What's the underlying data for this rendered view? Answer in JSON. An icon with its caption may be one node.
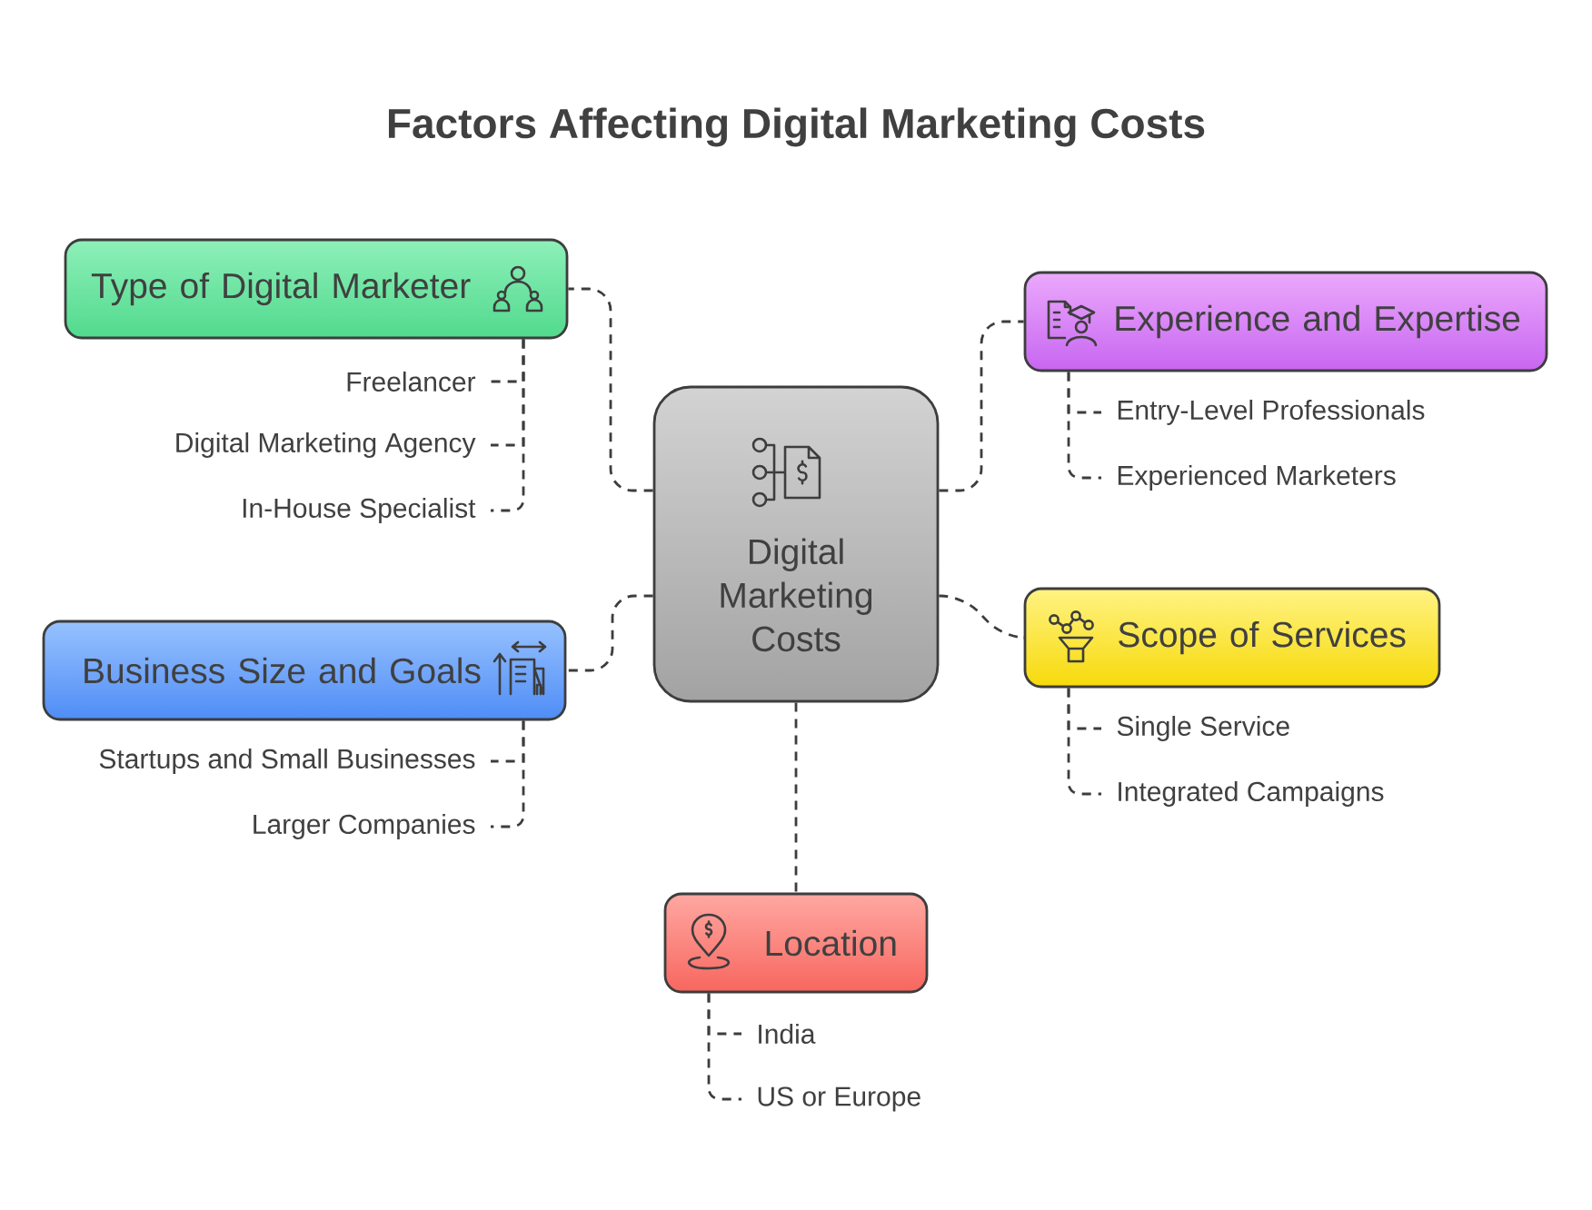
{
  "diagram": {
    "title": "Factors Affecting Digital Marketing Costs",
    "nodes": [
      {
        "text": [
          "Type of Digital Marketer"
        ]
      },
      {
        "text": [
          "Freelancer"
        ]
      },
      {
        "text": [
          "Digital Marketing Agency"
        ]
      },
      {
        "text": [
          "In-House Specialist"
        ]
      },
      {
        "text": [
          "Experience and Expertise"
        ]
      },
      {
        "text": [
          "Entry-Level Professionals"
        ]
      },
      {
        "text": [
          "Experienced Marketers"
        ]
      },
      {
        "text": [
          "Digital Marketing Costs"
        ]
      },
      {
        "text": [
          "Business Size and Goals"
        ]
      },
      {
        "text": [
          "Startups and Small Businesses"
        ]
      },
      {
        "text": [
          "Larger Companies"
        ]
      },
      {
        "text": [
          "Scope of Services"
        ]
      },
      {
        "text": [
          "Single Service"
        ]
      },
      {
        "text": [
          "Integrated Campaigns"
        ]
      },
      {
        "text": [
          "Location"
        ]
      },
      {
        "text": [
          "India"
        ]
      },
      {
        "text": [
          "US or Europe"
        ]
      }
    ],
    "edges": [
      {
        "from": 7,
        "to": 0,
        "arrow": "none",
        "style": "dashed"
      },
      {
        "from": 7,
        "to": 4,
        "arrow": "none",
        "style": "dashed"
      },
      {
        "from": 7,
        "to": 8,
        "arrow": "none",
        "style": "dashed"
      },
      {
        "from": 7,
        "to": 11,
        "arrow": "none",
        "style": "dashed"
      },
      {
        "from": 7,
        "to": 14,
        "arrow": "none",
        "style": "dashed"
      },
      {
        "from": 0,
        "to": 1,
        "arrow": "none",
        "style": "dashed"
      },
      {
        "from": 0,
        "to": 2,
        "arrow": "none",
        "style": "dashed"
      },
      {
        "from": 0,
        "to": 3,
        "arrow": "none",
        "style": "dashed"
      },
      {
        "from": 4,
        "to": 5,
        "arrow": "none",
        "style": "dashed"
      },
      {
        "from": 4,
        "to": 6,
        "arrow": "none",
        "style": "dashed"
      },
      {
        "from": 8,
        "to": 9,
        "arrow": "none",
        "style": "dashed"
      },
      {
        "from": 8,
        "to": 10,
        "arrow": "none",
        "style": "dashed"
      },
      {
        "from": 11,
        "to": 12,
        "arrow": "none",
        "style": "dashed"
      },
      {
        "from": 11,
        "to": 13,
        "arrow": "none",
        "style": "dashed"
      },
      {
        "from": 14,
        "to": 15,
        "arrow": "none",
        "style": "dashed"
      },
      {
        "from": 14,
        "to": 16,
        "arrow": "none",
        "style": "dashed"
      }
    ]
  }
}
